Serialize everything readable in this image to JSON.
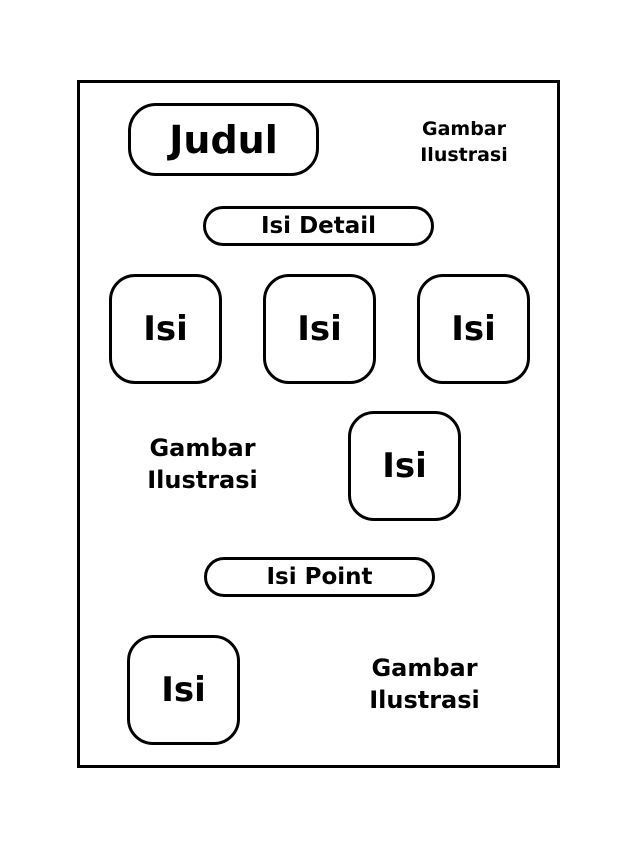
{
  "title": "Judul",
  "sections": {
    "detail": "Isi Detail",
    "point": "Isi Point"
  },
  "content_boxes": [
    "Isi",
    "Isi",
    "Isi",
    "Isi",
    "Isi"
  ],
  "illustrations": [
    {
      "line1": "Gambar",
      "line2": "Ilustrasi"
    },
    {
      "line1": "Gambar",
      "line2": "Ilustrasi"
    },
    {
      "line1": "Gambar",
      "line2": "Ilustrasi"
    }
  ]
}
